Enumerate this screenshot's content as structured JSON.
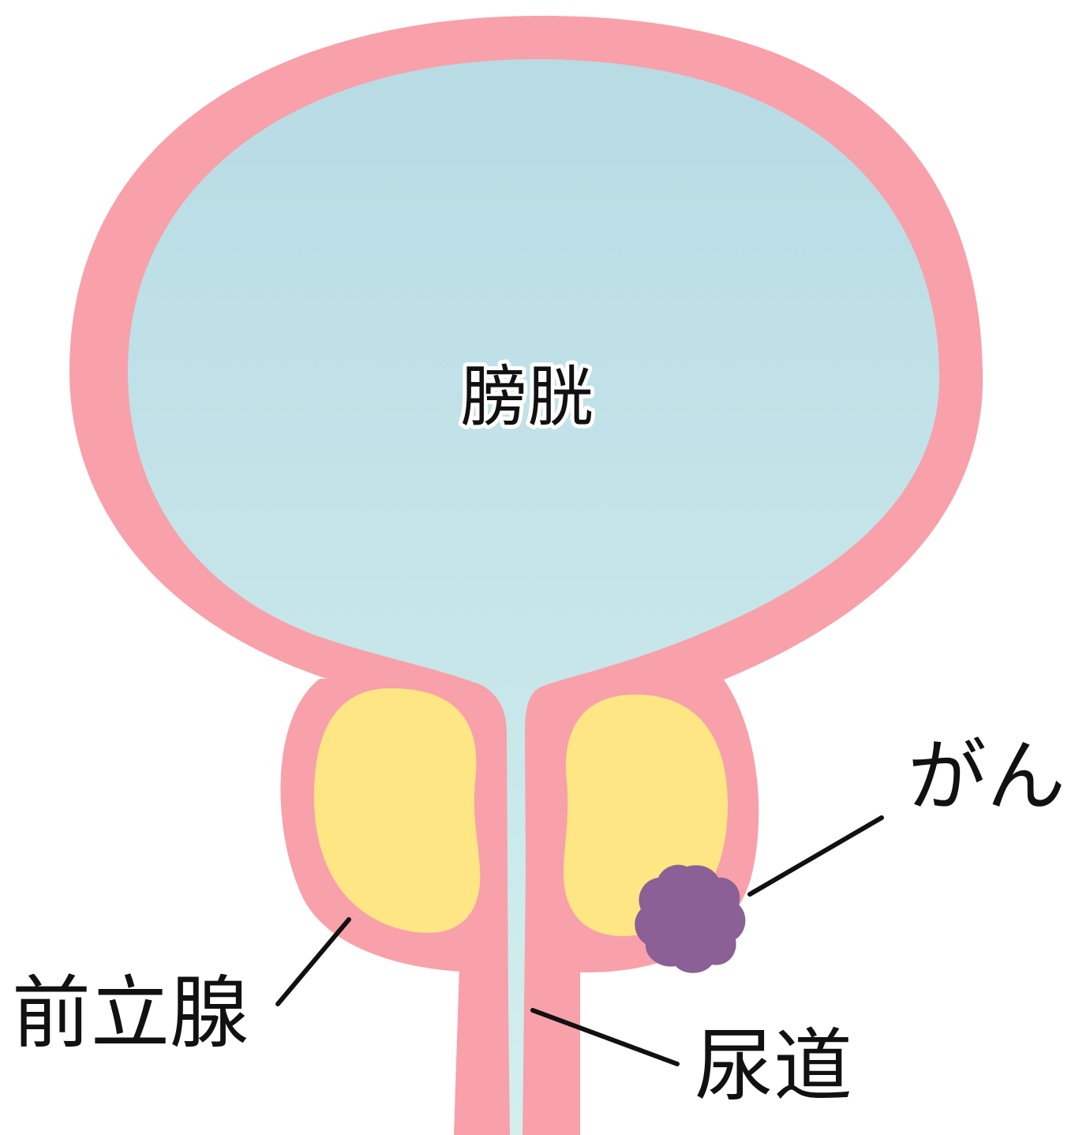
{
  "labels": {
    "bladder": "膀胱",
    "cancer": "がん",
    "prostate": "前立腺",
    "urethra": "尿道"
  },
  "colors": {
    "wall": "#f8a1aa",
    "lumen_top": "#b8dbe4",
    "lumen_bottom": "#d2efee",
    "gland": "#fde683",
    "tumor": "#8b6096",
    "leader_line": "#111111",
    "text": "#111111",
    "halo": "#ffffff"
  }
}
